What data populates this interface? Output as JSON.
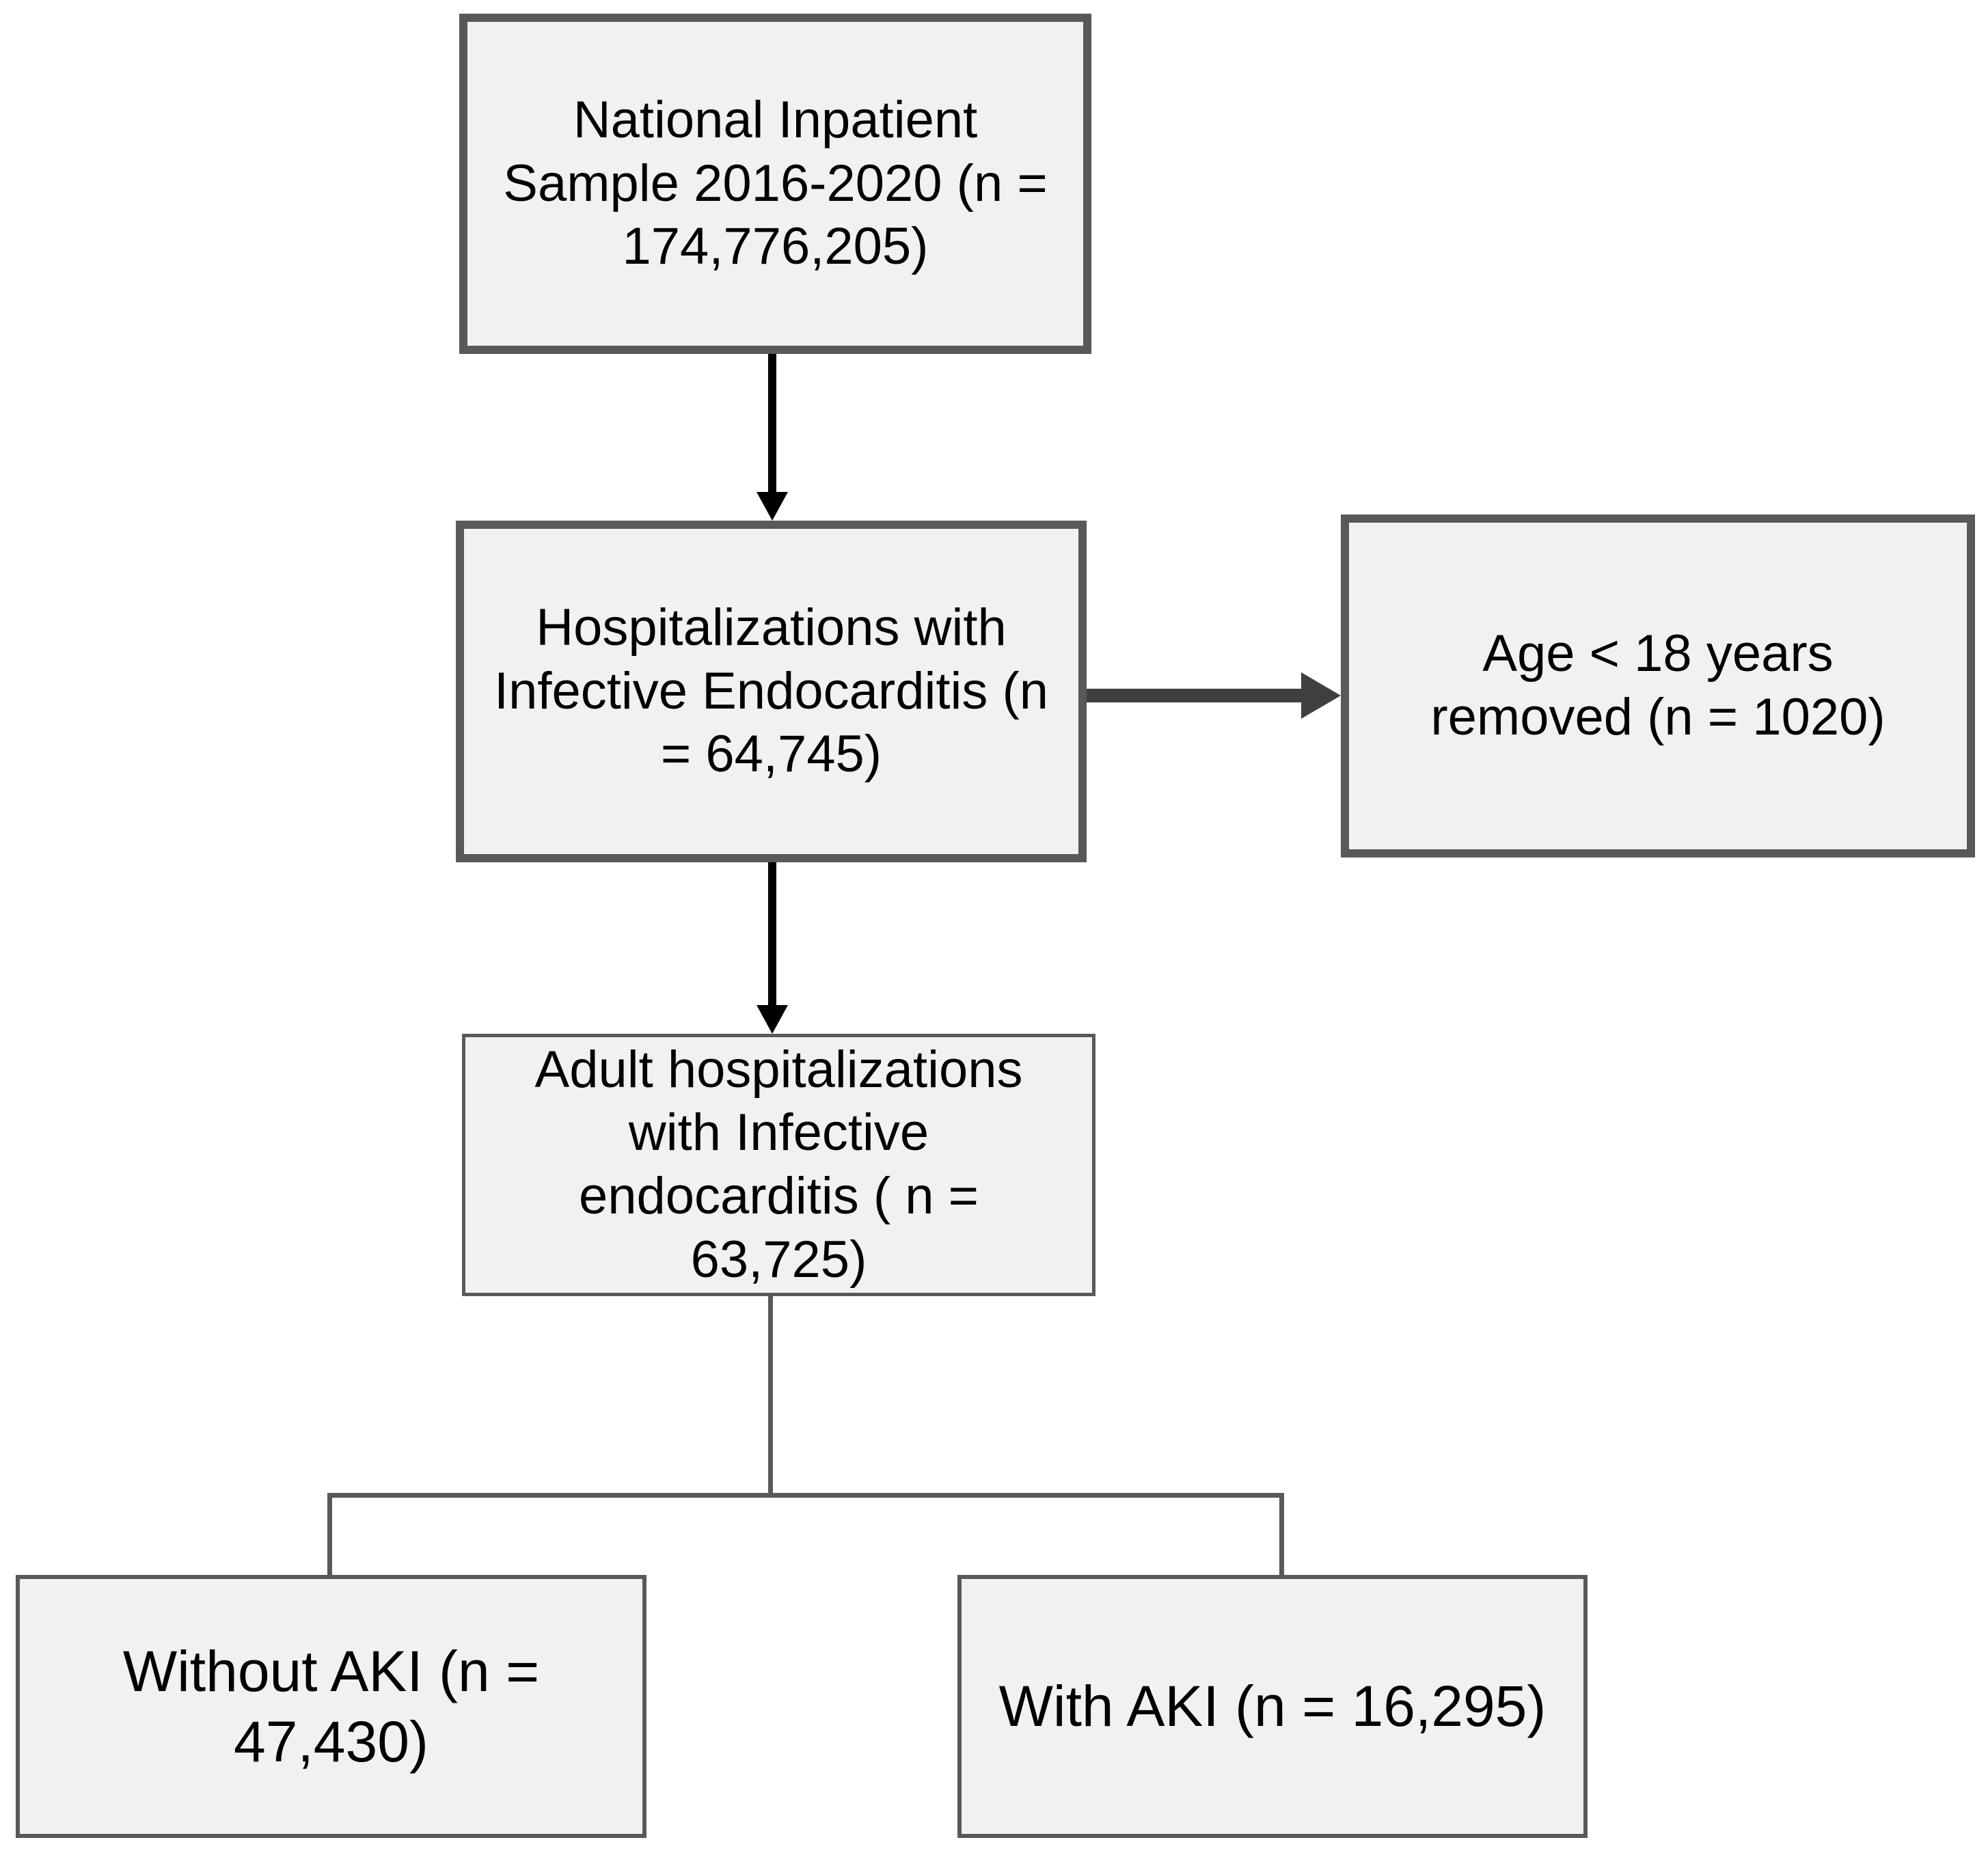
{
  "diagram": {
    "type": "flowchart",
    "colors": {
      "box_fill": "#f1f1f1",
      "box_border": "#595959",
      "vertical_arrow": "#000000",
      "horizontal_arrow": "#3f3f3f",
      "connector": "#595959",
      "text": "#000000",
      "background": "#ffffff"
    },
    "nodes": [
      {
        "id": "nis",
        "full_text": "National Inpatient Sample 2016-2020 (n = 174,776,205)",
        "n_value": "174,776,205",
        "lines": [
          "National Inpatient",
          "Sample 2016-2020 (n =",
          "174,776,205)"
        ]
      },
      {
        "id": "ie",
        "full_text": "Hospitalizations with Infective Endocarditis (n = 64,745)",
        "n_value": "64,745",
        "lines": [
          "Hospitalizations with",
          "Infective Endocarditis (n",
          "= 64,745)"
        ]
      },
      {
        "id": "age-removed",
        "full_text": "Age < 18 years removed (n = 1020)",
        "n_value": "1020",
        "lines": [
          "Age < 18 years",
          "removed (n = 1020)"
        ]
      },
      {
        "id": "adult",
        "full_text": "Adult hospitalizations with Infective endocarditis ( n = 63,725)",
        "n_value": "63,725",
        "lines": [
          "Adult hospitalizations",
          "with Infective",
          "endocarditis ( n =",
          "63,725)"
        ]
      },
      {
        "id": "without-aki",
        "full_text": "Without AKI (n = 47,430)",
        "n_value": "47,430",
        "lines": [
          "Without AKI (n =",
          "47,430)"
        ]
      },
      {
        "id": "with-aki",
        "full_text": "With AKI (n = 16,295)",
        "n_value": "16,295",
        "lines": [
          "With AKI (n = 16,295)"
        ]
      }
    ],
    "edges": [
      {
        "from": "nis",
        "to": "ie",
        "style": "black-arrow-down"
      },
      {
        "from": "ie",
        "to": "age-removed",
        "style": "gray-arrow-right"
      },
      {
        "from": "ie",
        "to": "adult",
        "style": "black-arrow-down"
      },
      {
        "from": "adult",
        "to": "without-aki",
        "style": "elbow-connector"
      },
      {
        "from": "adult",
        "to": "with-aki",
        "style": "elbow-connector"
      }
    ]
  }
}
